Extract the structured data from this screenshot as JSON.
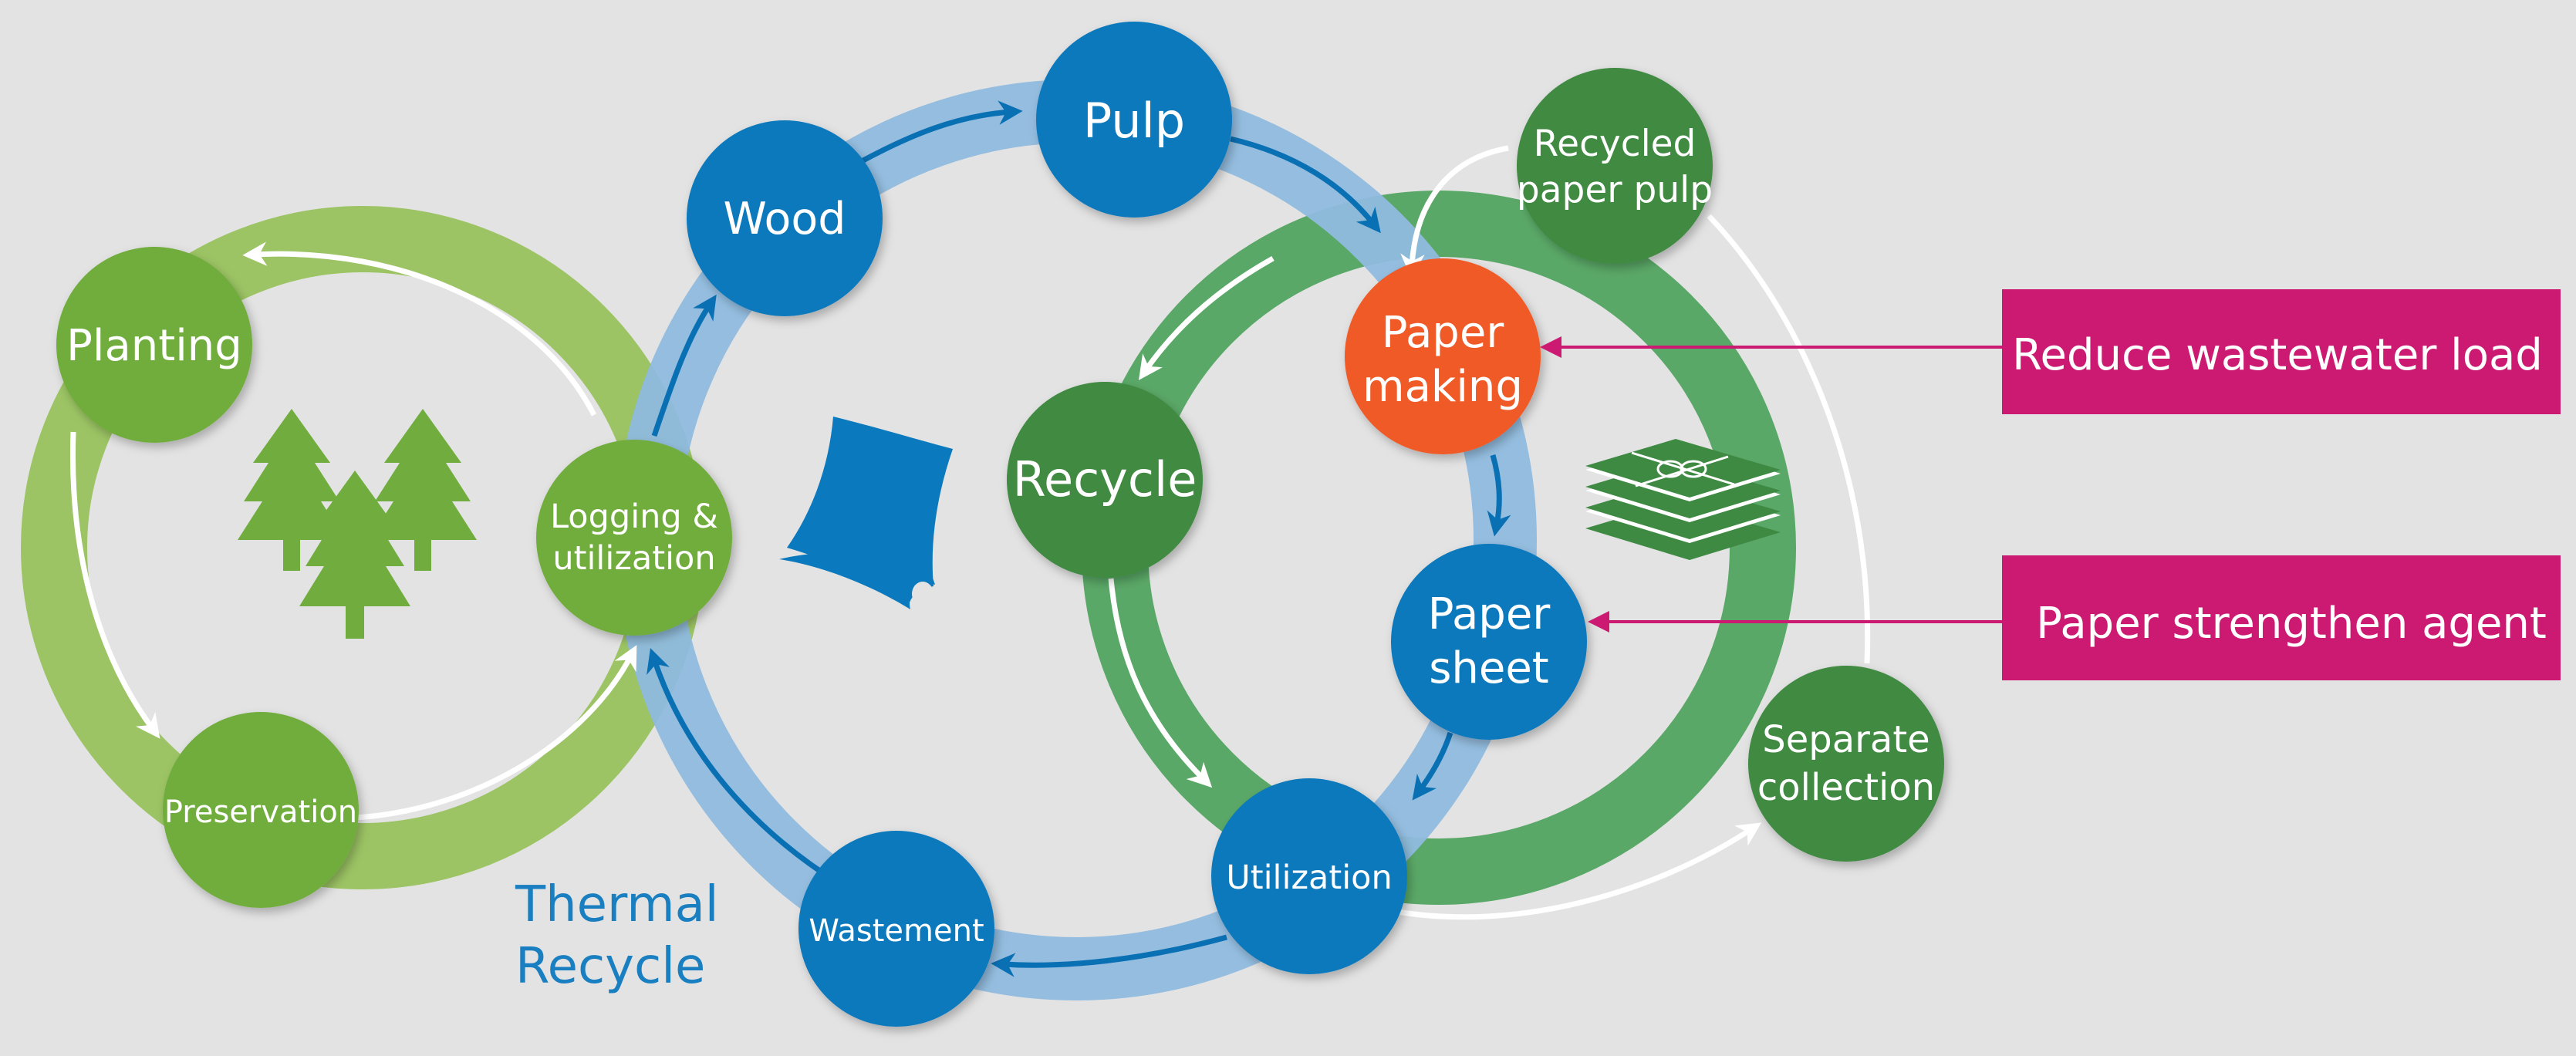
{
  "nodes": {
    "planting": "Planting",
    "logging_line1": "Logging &",
    "logging_line2": "utilization",
    "preservation": "Preservation",
    "wood": "Wood",
    "pulp": "Pulp",
    "recycle": "Recycle",
    "wastement": "Wastement",
    "utilization": "Utilization",
    "paper_making_line1": "Paper",
    "paper_making_line2": "making",
    "paper_sheet_line1": "Paper",
    "paper_sheet_line2": "sheet",
    "recycled_pulp_line1": "Recycled",
    "recycled_pulp_line2": "paper pulp",
    "separate_line1": "Separate",
    "separate_line2": "collection"
  },
  "callouts": {
    "wastewater": "Reduce wastewater load",
    "strengthen": "Paper strengthen agent"
  },
  "thermal": {
    "line1": "Thermal",
    "line2": "Recycle"
  },
  "icons": [
    "tree-icon",
    "paper-scroll-icon",
    "paper-stack-icon"
  ],
  "colors": {
    "background": "#e3e3e3",
    "forest_ring": "#9cc464",
    "forest_node": "#71ad3e",
    "pulp_ring": "#8fbbde",
    "pulp_node": "#0a79bd",
    "recycle_ring": "#5aa867",
    "recycle_node": "#3f8a43",
    "highlight_node": "#f05a28",
    "callout": "#cc1a72",
    "thermal_text": "#1a7fc1"
  }
}
